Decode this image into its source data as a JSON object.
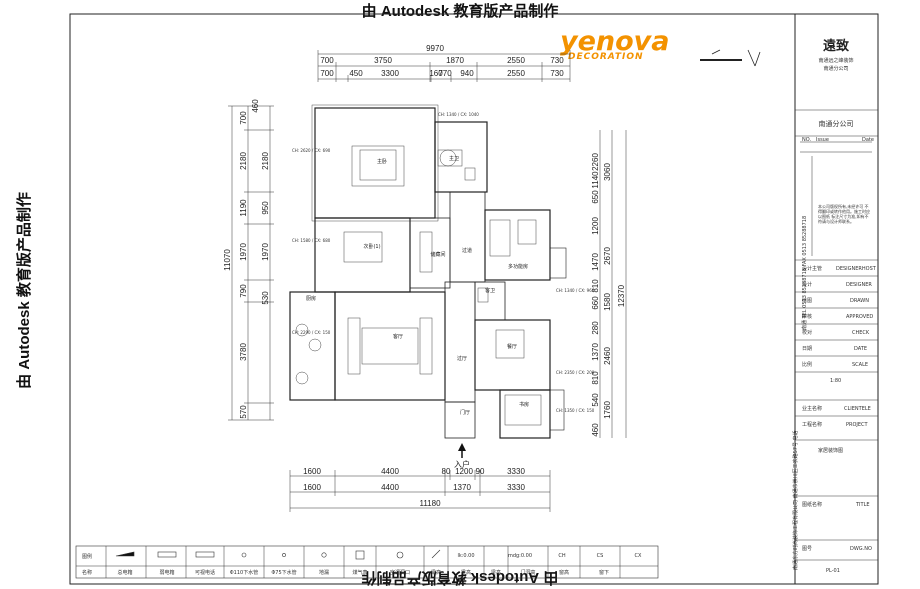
{
  "stamp": "由 Autodesk 教育版产品制作",
  "logo": {
    "brand": "yenova",
    "sub": "DECORATION",
    "color": "#f39200"
  },
  "top_dims": {
    "total": "9970",
    "row2": [
      "700",
      "3750",
      "1870",
      "2550",
      "730"
    ],
    "row3": [
      "700",
      "450",
      "3300",
      "160",
      "770",
      "940",
      "2550",
      "730"
    ]
  },
  "bottom_dims": {
    "row1": [
      "1600",
      "4400",
      "80",
      "1200",
      "90",
      "3330"
    ],
    "row2": [
      "1600",
      "4400",
      "1370",
      "3330"
    ],
    "total": "11180",
    "entry": "入户"
  },
  "left_dims": {
    "inner": [
      "700",
      "2180",
      "1190",
      "1970",
      "790",
      "3780",
      "570"
    ],
    "inner2": [
      "460",
      "2180",
      "950",
      "1970",
      "530"
    ],
    "total": "11070"
  },
  "right_dims": {
    "inner": [
      "2260",
      "1140",
      "650",
      "1200",
      "1470",
      "810",
      "660",
      "280",
      "1370",
      "810",
      "540",
      "460"
    ],
    "mid": [
      "3060",
      "2670",
      "1580",
      "2460",
      "1760"
    ],
    "total": "12370"
  },
  "rooms": {
    "master": "主卧",
    "bath": "主卫",
    "second": "次卧(1)",
    "storage": "储藏间",
    "corridor": "过道",
    "multi": "多功能房",
    "guest_bath": "客卫",
    "kitchen": "厨房",
    "living": "客厅",
    "hall": "过厅",
    "dining": "餐厅",
    "entry_hall": "门厅",
    "study": "书房"
  },
  "ceil_tags": [
    "CH: 1340 / CX: 1040",
    "CH: 2620 / CX: 690",
    "CH: 1580 / CX: 680",
    "CH: 1340 / CX: 960",
    "CH: 2290 / CX: 150",
    "CH: 2350 / CX: 200",
    "CH: 1350 / CX: 150"
  ],
  "titleblock": {
    "company_logo": "遠致",
    "company_lines": [
      "南通远之峰装饰",
      "南通分公司"
    ],
    "branch": "南通分公司",
    "table_head": [
      "NO.",
      "Issue",
      "Date"
    ],
    "notes": "本公司版权所有,未经许可 不得翻印或转作他用。施工时应以图纸 标注尺寸为准,如有不符请与设计师联系。",
    "phone": "南通 TEL 0513 85288718 FAX 0513 85288718",
    "rows": [
      {
        "cn": "设计主管",
        "en": "DESIGNERHOST"
      },
      {
        "cn": "设计",
        "en": "DESIGNER"
      },
      {
        "cn": "绘图",
        "en": "DRAWN"
      },
      {
        "cn": "审核",
        "en": "APPROVED"
      },
      {
        "cn": "校对",
        "en": "CHECK"
      },
      {
        "cn": "日期",
        "en": "DATE"
      },
      {
        "cn": "比例",
        "en": "SCALE"
      }
    ],
    "scale": "1:80",
    "client_cn": "业主名称",
    "client_en": "CLIENTELE",
    "project_cn": "工程名称",
    "project_en": "PROJECT",
    "project": "家居装饰图",
    "title_cn": "图纸名称",
    "title_en": "TITLE",
    "dwg_cn": "图号",
    "dwg_en": "DWG.NO",
    "dwg_no": "PL-01",
    "address": "南通东方时尚装饰工程有限公司 南通市崇川区工农路57号 电话"
  },
  "legend": {
    "head1": "图例",
    "head2": "名称",
    "items": [
      "总电箱",
      "弱电箱",
      "可视电话",
      "Φ110下水管",
      "Φ75下水管",
      "地漏",
      "煤气表",
      "空调洞口",
      "梁高",
      "梁高",
      "梁高",
      "门洞高",
      "窗高",
      "窗下"
    ],
    "row1_text": [
      "lk:0.00",
      "mdg:0.00",
      "CH",
      "CS",
      "CX"
    ]
  }
}
